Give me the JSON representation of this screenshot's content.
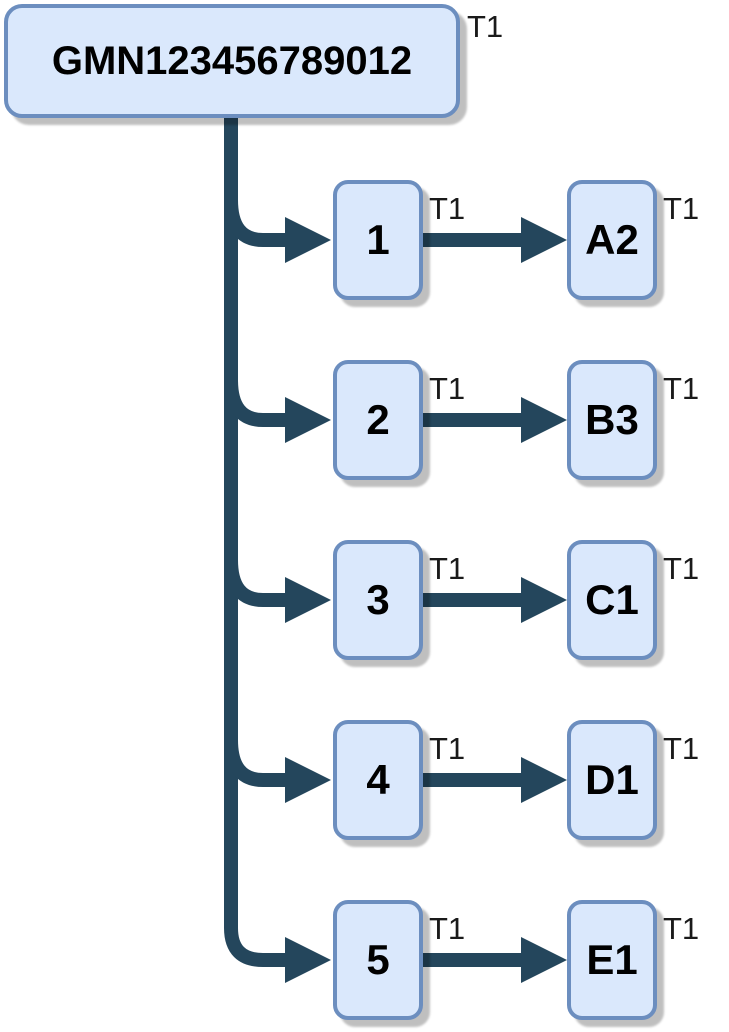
{
  "diagram": {
    "root": {
      "label": "GMN123456789012",
      "tag": "T1"
    },
    "rows": [
      {
        "source": "1",
        "source_tag": "T1",
        "target": "A2",
        "target_tag": "T1"
      },
      {
        "source": "2",
        "source_tag": "T1",
        "target": "B3",
        "target_tag": "T1"
      },
      {
        "source": "3",
        "source_tag": "T1",
        "target": "C1",
        "target_tag": "T1"
      },
      {
        "source": "4",
        "source_tag": "T1",
        "target": "D1",
        "target_tag": "T1"
      },
      {
        "source": "5",
        "source_tag": "T1",
        "target": "E1",
        "target_tag": "T1"
      }
    ],
    "colors": {
      "node_fill": "#dae8fc",
      "node_border": "#6c8ebf",
      "connector": "#24465c",
      "text": "#000000"
    }
  }
}
